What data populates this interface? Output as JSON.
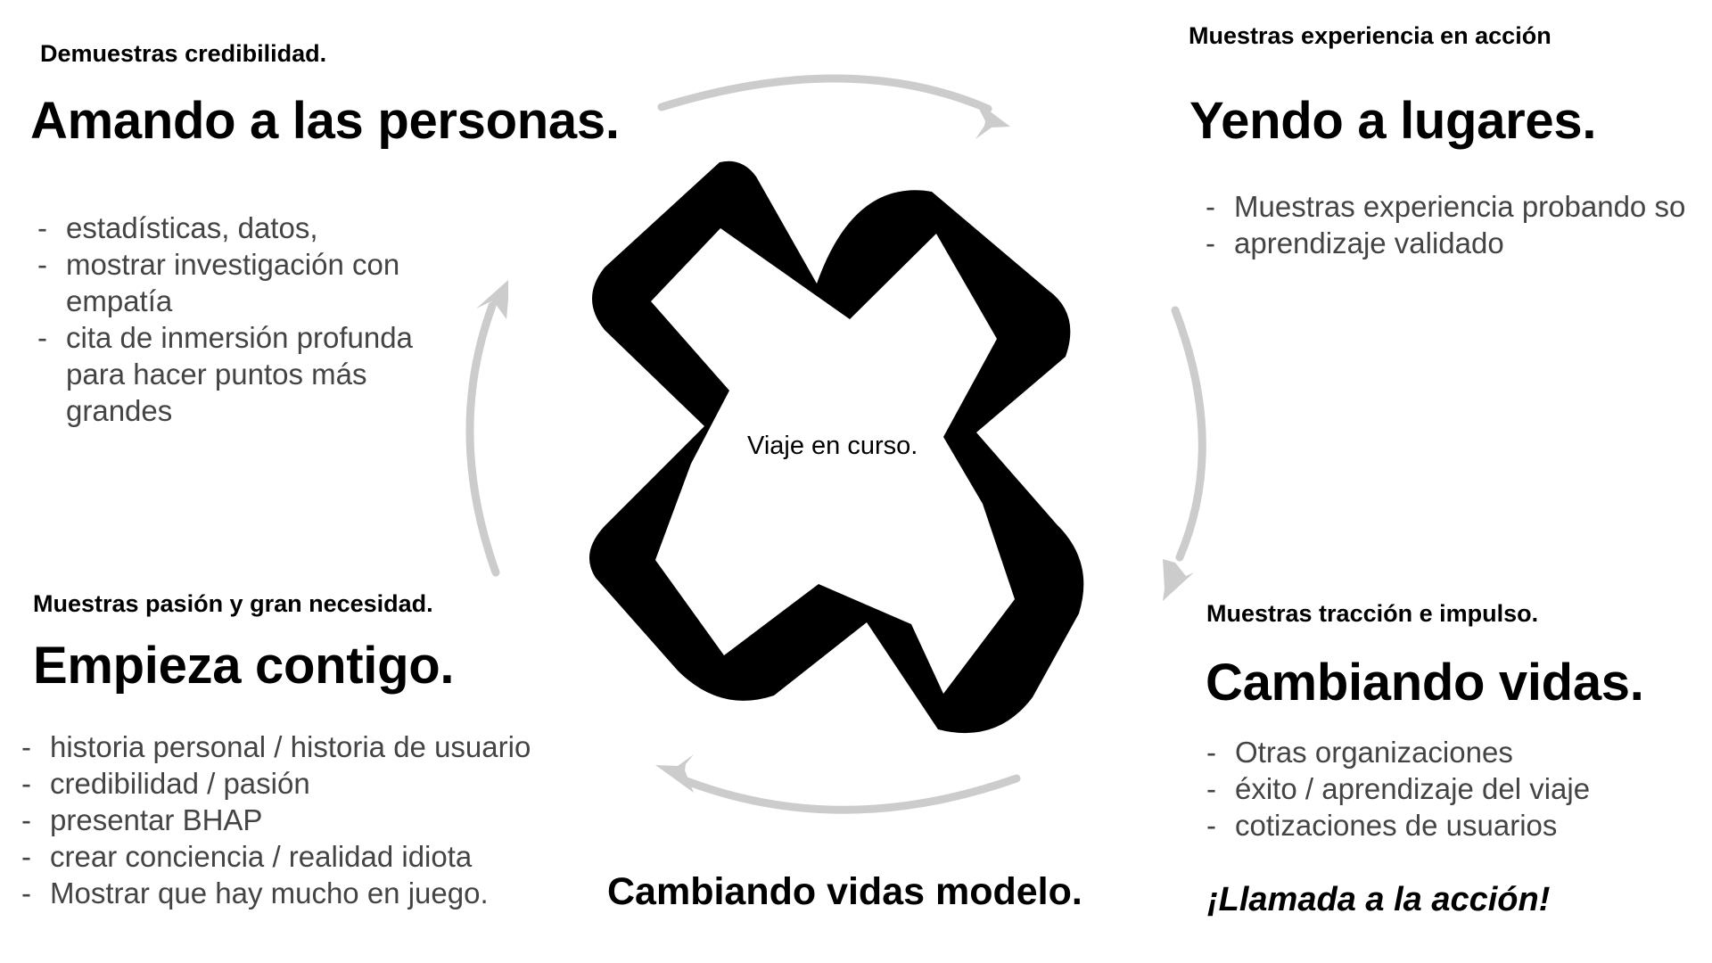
{
  "quadrants": {
    "top_left": {
      "kicker": "Demuestras credibilidad.",
      "headline": "Amando a las personas.",
      "bullets": [
        "estadísticas, datos,",
        "mostrar investigación con empatía",
        "cita de inmersión profunda para hacer puntos más grandes"
      ]
    },
    "top_right": {
      "kicker": "Muestras experiencia en acción",
      "headline": "Yendo a lugares.",
      "bullets": [
        "Muestras experiencia probando so",
        "aprendizaje validado"
      ]
    },
    "bottom_left": {
      "kicker": "Muestras pasión y gran necesidad.",
      "headline": "Empieza contigo.",
      "bullets": [
        "historia personal / historia de usuario",
        "credibilidad / pasión",
        "presentar BHAP",
        "crear conciencia / realidad idiota",
        "Mostrar que hay mucho en juego."
      ]
    },
    "bottom_right": {
      "kicker": "Muestras tracción e impulso.",
      "headline": "Cambiando vidas.",
      "bullets": [
        "Otras organizaciones",
        "éxito / aprendizaje del viaje",
        "cotizaciones de usuarios"
      ]
    }
  },
  "center_label": "Viaje en curso.",
  "footer_title": "Cambiando vidas modelo.",
  "call_to_action": "¡Llamada a la acción!",
  "colors": {
    "arrow": "#cccccc",
    "shape": "#000000",
    "bullet_text": "#444444"
  }
}
